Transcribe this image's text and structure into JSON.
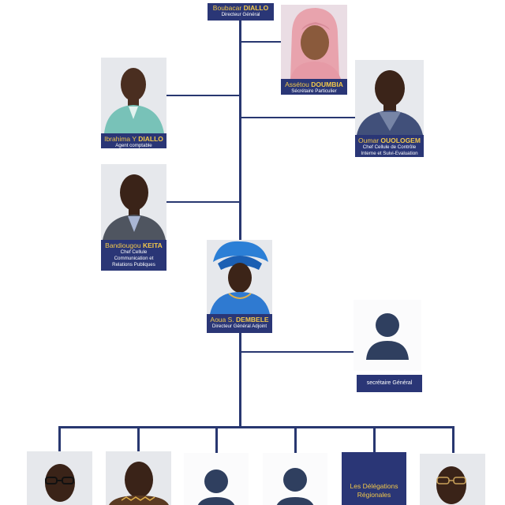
{
  "director_general": {
    "first": "Boubacar",
    "last": "DIALLO",
    "role": "Directeur Général"
  },
  "secretaire_particulier": {
    "first": "Assétou",
    "last": "DOUMBIA",
    "role": "Sécrétaire Particulier"
  },
  "agent_comptable": {
    "first": "Ibrahima Y",
    "last": "DIALLO",
    "role": "Agent comptable"
  },
  "controle_interne": {
    "first": "Oumar",
    "last": "OUOLOGEM",
    "role_line1": "Chef Cellule de Contrôle",
    "role_line2": "Interne et Suivi-Evaluation"
  },
  "communication": {
    "first": "Bandiougou",
    "last": "KEITA",
    "role_line1": "Chef Cellule",
    "role_line2": "Communication et",
    "role_line3": "Relations Publiques"
  },
  "dg_adjoint": {
    "first": "Aoua S.",
    "last": "DEMBELE",
    "role": "Directeur Général Adjoint"
  },
  "secretaire_general": {
    "role": "secrétaire Général"
  },
  "delegations": {
    "line1": "Les Délégations",
    "line2": "Régionales"
  },
  "icons": {
    "person_placeholder": "person-silhouette-icon",
    "photo": "person-photo"
  },
  "colors": {
    "navy": "#2a3676",
    "line": "#283770",
    "gold": "#f2c84a",
    "placeholder": "#2f3f5f"
  }
}
